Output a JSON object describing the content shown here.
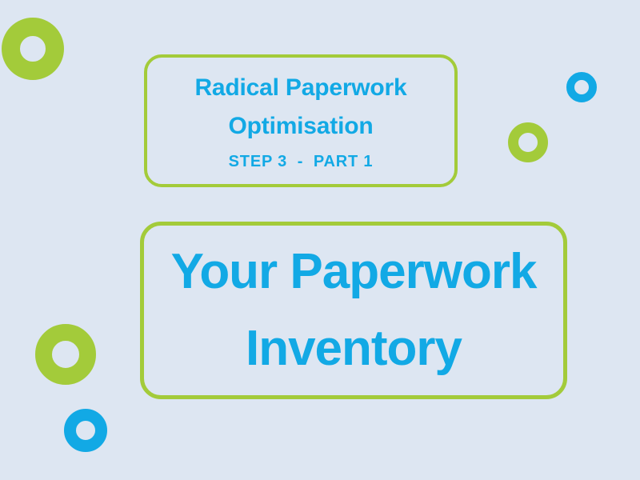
{
  "slide": {
    "background_color": "#dde6f2",
    "accent_green": "#a3cb3a",
    "accent_blue": "#12a9e5"
  },
  "subtitle_card": {
    "line1": "Radical Paperwork",
    "line2": "Optimisation",
    "step_label": "STEP 3  -  PART 1"
  },
  "title_card": {
    "line1": "Your Paperwork",
    "line2": "Inventory"
  },
  "decorations": {
    "ring_top_left": "green-ring",
    "ring_top_right": "blue-ring",
    "ring_right": "green-ring",
    "ring_left": "green-ring",
    "ring_bottom_left": "blue-ring"
  }
}
